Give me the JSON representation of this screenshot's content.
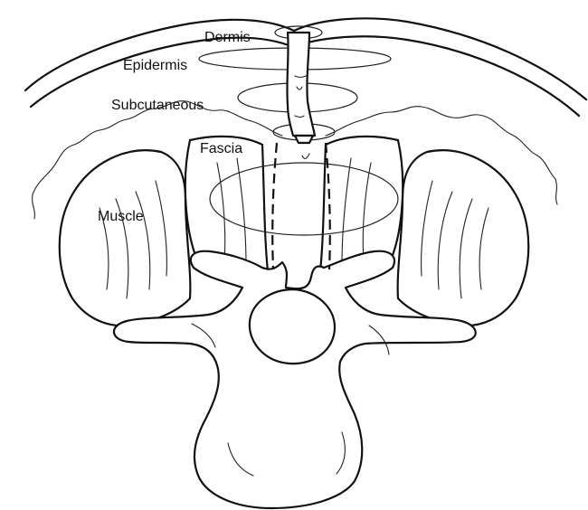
{
  "labels": {
    "dermis": "Dermis",
    "epidermis": "Epidermis",
    "subcutaneous": "Subcutaneous",
    "fascia": "Fascia",
    "muscle": "Muscle"
  }
}
